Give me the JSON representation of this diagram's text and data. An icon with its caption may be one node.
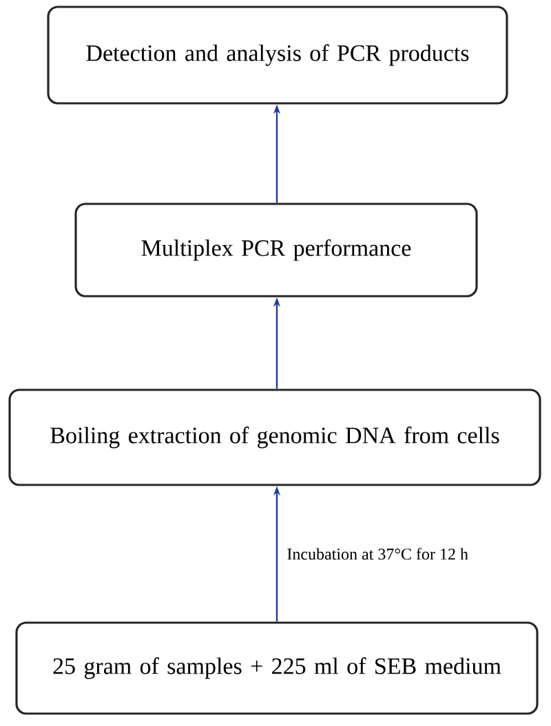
{
  "diagram": {
    "nodes": [
      {
        "text": [
          "Detection and analysis of PCR products"
        ]
      },
      {
        "text": [
          "Multiplex PCR performance"
        ]
      },
      {
        "text": [
          "Boiling extraction of genomic DNA from cells"
        ]
      },
      {
        "text": [
          "25 gram of samples + 225 ml of SEB medium"
        ]
      }
    ],
    "edges": [
      {
        "from": 3,
        "to": 2,
        "arrow": "to",
        "label": "Incubation at 37°C for 12 h"
      },
      {
        "from": 2,
        "to": 1,
        "arrow": "to"
      },
      {
        "from": 1,
        "to": 0,
        "arrow": "to"
      }
    ]
  }
}
